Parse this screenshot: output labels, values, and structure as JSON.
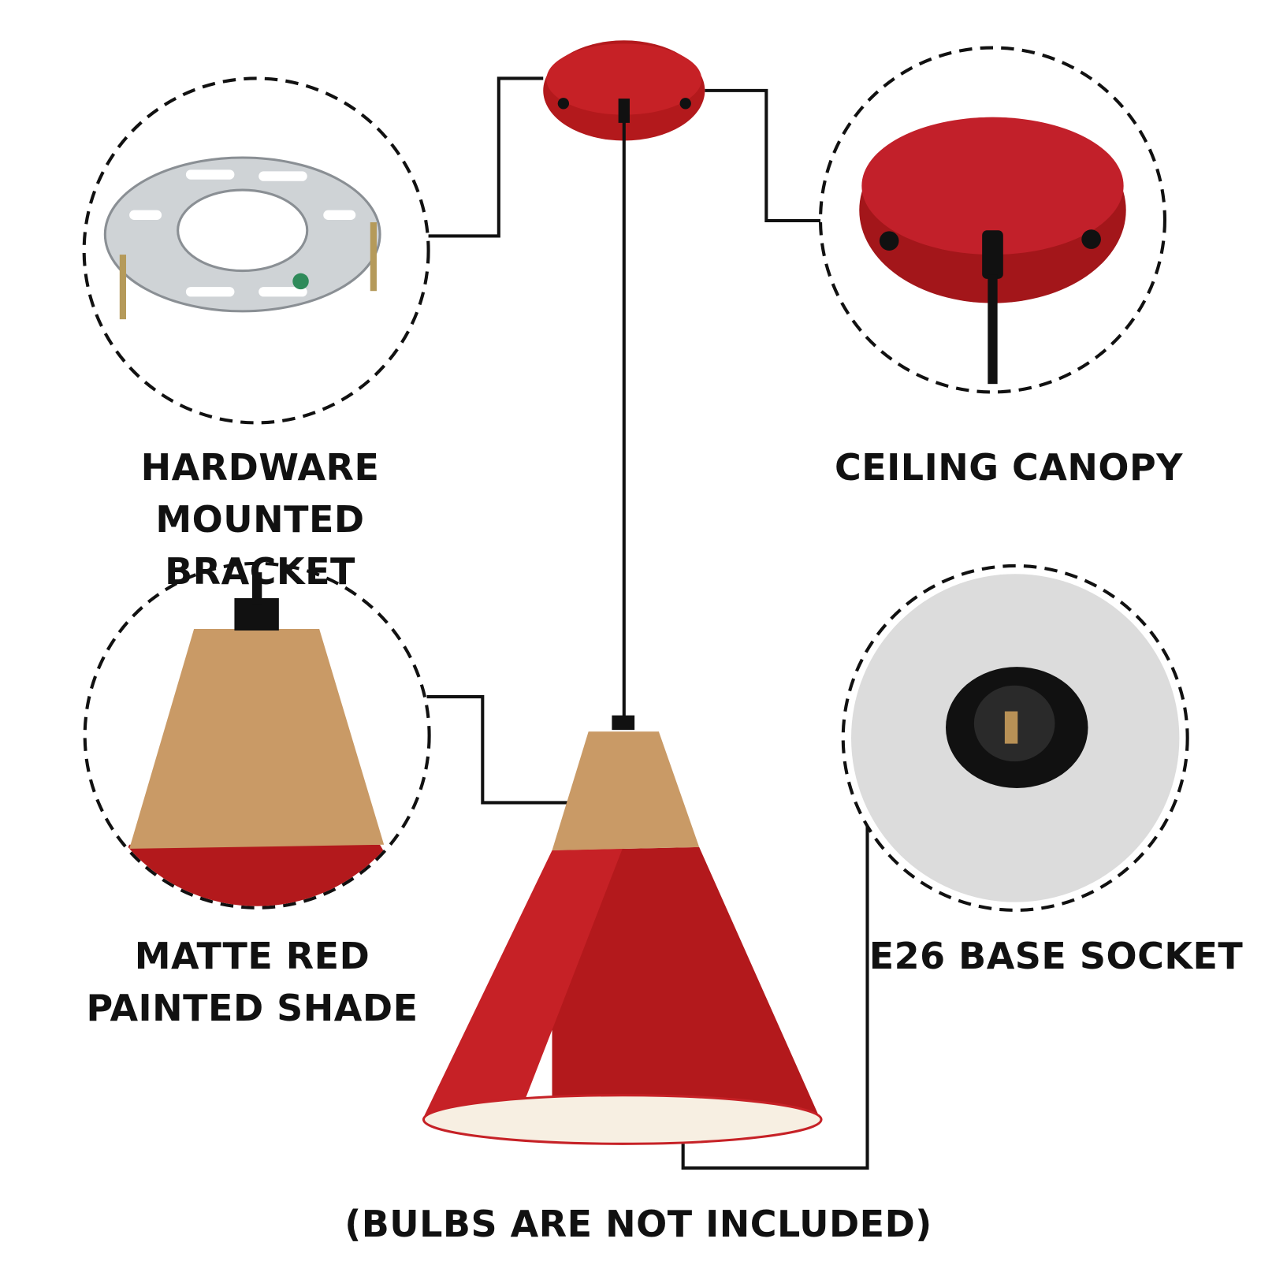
{
  "labels": {
    "bracket": [
      "HARDWARE MOUNTED",
      "BRACKET"
    ],
    "canopy": [
      "CEILING CANOPY"
    ],
    "shade": [
      "MATTE RED",
      "PAINTED SHADE"
    ],
    "socket": [
      "E26 BASE SOCKET"
    ],
    "footer": "(BULBS ARE NOT INCLUDED)"
  },
  "colors": {
    "red": "#b3191c",
    "wood": "#c99a66",
    "socket_bg": "#dcdcdc",
    "black": "#111111"
  }
}
